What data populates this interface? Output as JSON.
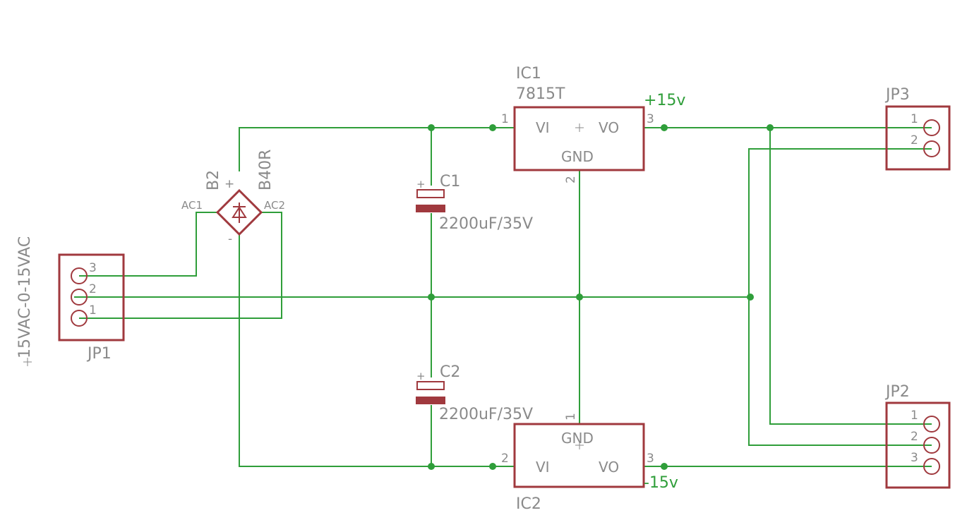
{
  "components": {
    "jp1": {
      "name": "JP1",
      "value": "15VAC-0-15VAC",
      "pins": [
        "3",
        "2",
        "1"
      ]
    },
    "jp2": {
      "name": "JP2",
      "pins": [
        "1",
        "2",
        "3"
      ]
    },
    "jp3": {
      "name": "JP3",
      "pins": [
        "1",
        "2"
      ]
    },
    "b2": {
      "name": "B2",
      "value": "B40R",
      "ac1": "AC1",
      "ac2": "AC2",
      "plus": "+",
      "minus": "-"
    },
    "c1": {
      "name": "C1",
      "value": "2200uF/35V",
      "polarity": "+"
    },
    "c2": {
      "name": "C2",
      "value": "2200uF/35V",
      "polarity": "+"
    },
    "ic1": {
      "name": "IC1",
      "value": "7815T",
      "vi": "VI",
      "vo": "VO",
      "gnd": "GND",
      "pin_in": "1",
      "pin_out": "3",
      "pin_gnd": "2"
    },
    "ic2": {
      "name": "IC2",
      "vi": "VI",
      "vo": "VO",
      "gnd": "GND",
      "pin_in": "2",
      "pin_out": "3",
      "pin_gnd": "1"
    }
  },
  "nets": {
    "positive": "+15v",
    "negative": "-15v"
  },
  "colors": {
    "wire": "#2f9e3a",
    "part": "#a0393e",
    "label": "#8a8a8a"
  }
}
